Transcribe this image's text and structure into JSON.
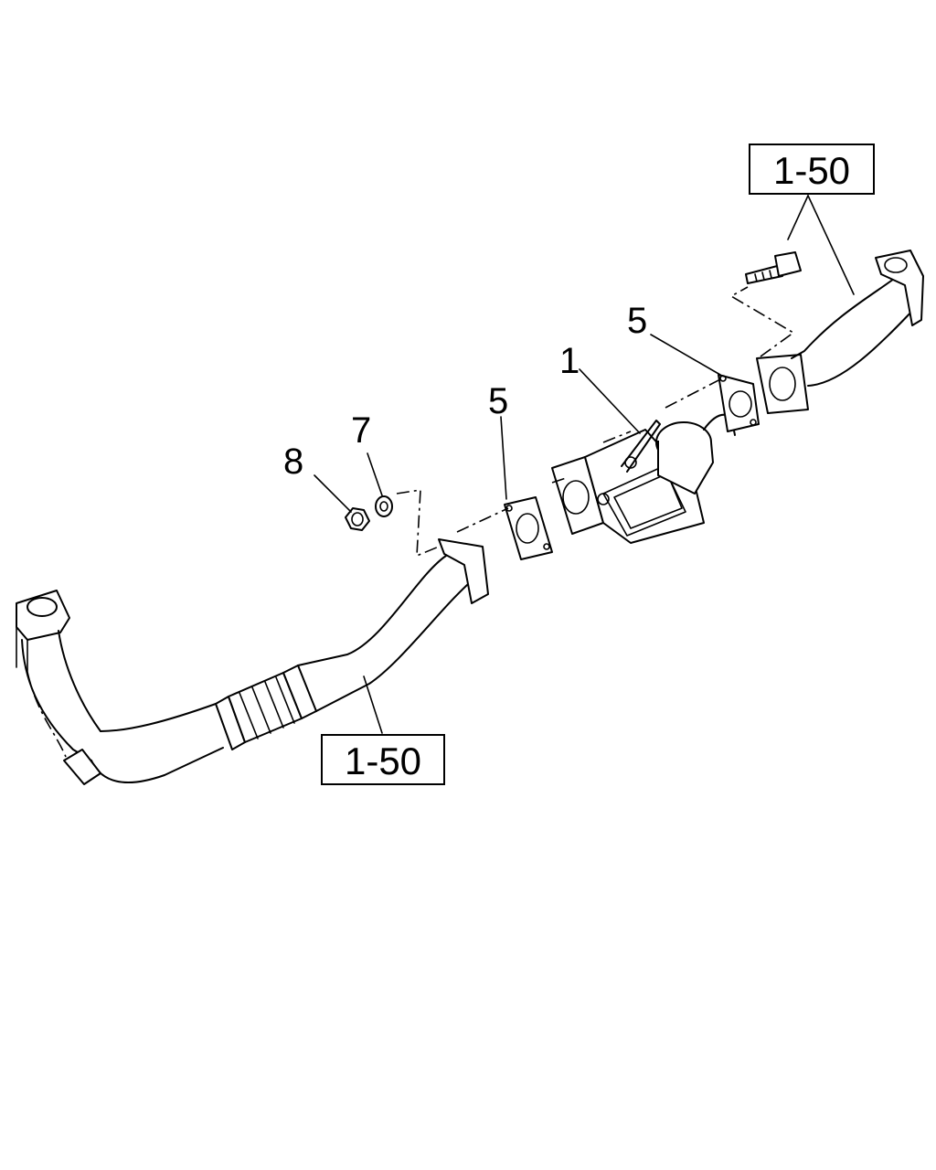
{
  "callouts": {
    "part_1": "1",
    "part_5_left": "5",
    "part_5_right": "5",
    "part_7": "7",
    "part_8": "8"
  },
  "references": {
    "ref_top": "1-50",
    "ref_bottom": "1-50"
  },
  "colors": {
    "line": "#000000",
    "background": "#ffffff"
  }
}
